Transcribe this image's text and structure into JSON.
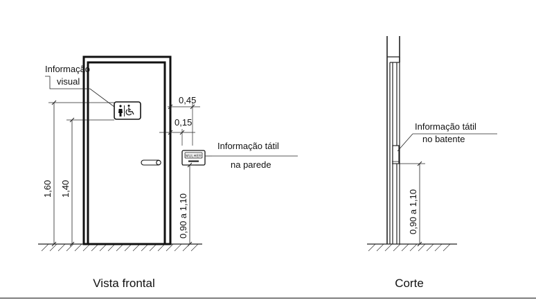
{
  "front_view": {
    "caption": "Vista frontal",
    "visual_info_label": [
      "Informação",
      "visual"
    ],
    "tactile_wall_label": [
      "Informação tátil",
      "na parede"
    ],
    "sign_plate_text": "MULHER",
    "dimensions": {
      "offset_outer": "0,45",
      "offset_inner": "0,15",
      "height_160": "1,60",
      "height_140": "1,40",
      "height_range": "0,90 a 1,10"
    }
  },
  "section_view": {
    "caption": "Corte",
    "tactile_jamb_label": [
      "Informação tátil",
      "no batente"
    ],
    "height_range": "0,90 a 1,10"
  }
}
